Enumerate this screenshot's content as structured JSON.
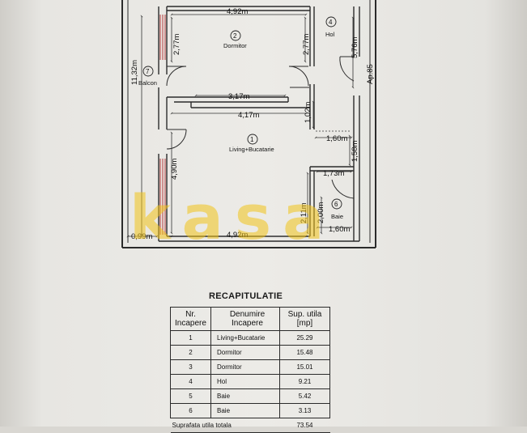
{
  "plan": {
    "rooms": [
      {
        "number": "1",
        "name": "Living+Bucatarie"
      },
      {
        "number": "2",
        "name": "Dormitor"
      },
      {
        "number": "4",
        "name": "Hol"
      },
      {
        "number": "6",
        "name": "Baie"
      },
      {
        "number": "7",
        "name": "Balcon"
      }
    ],
    "dimensions": {
      "top_width": "4,92m",
      "bedroom_left_h": "2,77m",
      "bedroom_right_h": "2,77m",
      "hall_h": "5,76m",
      "apartment_door": "Ap.85",
      "total_h": "11,32m",
      "mid_width_upper": "3,17m",
      "mid_width_lower": "4,17m",
      "hall_nook_h": "1,02m",
      "hall_nook_w": "1,60m",
      "hall_lower_h": "1,58m",
      "bath_top_w": "1,73m",
      "living_left_h": "4,90m",
      "bath_left_h": "2,11m",
      "bath_inner_h": "2,00m",
      "bath_bottom_w": "1,60m",
      "balcony_w": "0,99m",
      "bottom_width": "4,92m"
    },
    "watermark": "kasa"
  },
  "recap": {
    "title": "RECAPITULATIE",
    "headers": [
      "Nr.\nIncapere",
      "Denumire\nIncapere",
      "Sup. utila\n[mp]"
    ],
    "rows": [
      {
        "nr": "1",
        "name": "Living+Bucatarie",
        "area": "25.29"
      },
      {
        "nr": "2",
        "name": "Dormitor",
        "area": "15.48"
      },
      {
        "nr": "3",
        "name": "Dormitor",
        "area": "15.01"
      },
      {
        "nr": "4",
        "name": "Hol",
        "area": "9.21"
      },
      {
        "nr": "5",
        "name": "Baie",
        "area": "5.42"
      },
      {
        "nr": "6",
        "name": "Baie",
        "area": "3.13"
      }
    ],
    "total_label": "Suprafata utila totala",
    "total_value": "73.54"
  }
}
